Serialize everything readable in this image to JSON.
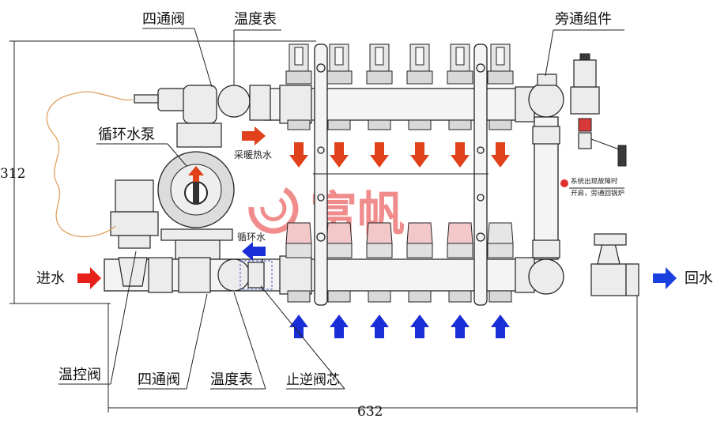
{
  "labels": {
    "four_way_valve_top": "四通阀",
    "thermometer_top": "温度表",
    "bypass_assembly": "旁通组件",
    "circulation_pump": "循环水泵",
    "heating_hot_water": "采暖热水",
    "circulating_water": "循环水",
    "inlet": "进水",
    "return": "回水",
    "thermostatic_valve": "温控阀",
    "four_way_valve_bottom": "四通阀",
    "thermometer_bottom": "温度表",
    "check_valve_core": "止逆阀芯",
    "bypass_note_line1": "系统出现故障时",
    "bypass_note_line2": "开启，旁通回锅炉",
    "height_dim": "312",
    "width_dim": "632",
    "watermark": "富帆"
  },
  "colors": {
    "hot_arrow": "#e0401a",
    "cold_arrow": "#1a2ed8",
    "inlet_arrow": "#e8201a",
    "return_arrow": "#1a40e0",
    "pump_arrow": "#e0401a",
    "watermark": "#e63030",
    "bulb_wire": "#e0a060",
    "pump_fill": "#dcdcdc",
    "valve_red": "#d83a3a"
  },
  "icons": {
    "supply_arrow": "arrow-down-icon",
    "return_arrow": "arrow-up-icon",
    "inlet_arrow": "arrow-right-icon",
    "outlet_arrow": "arrow-right-icon",
    "pump_flow": "arrow-up-icon",
    "mix_flow": "arrow-left-icon",
    "logo": "fufan-logo-icon"
  },
  "outlet_count": 6
}
